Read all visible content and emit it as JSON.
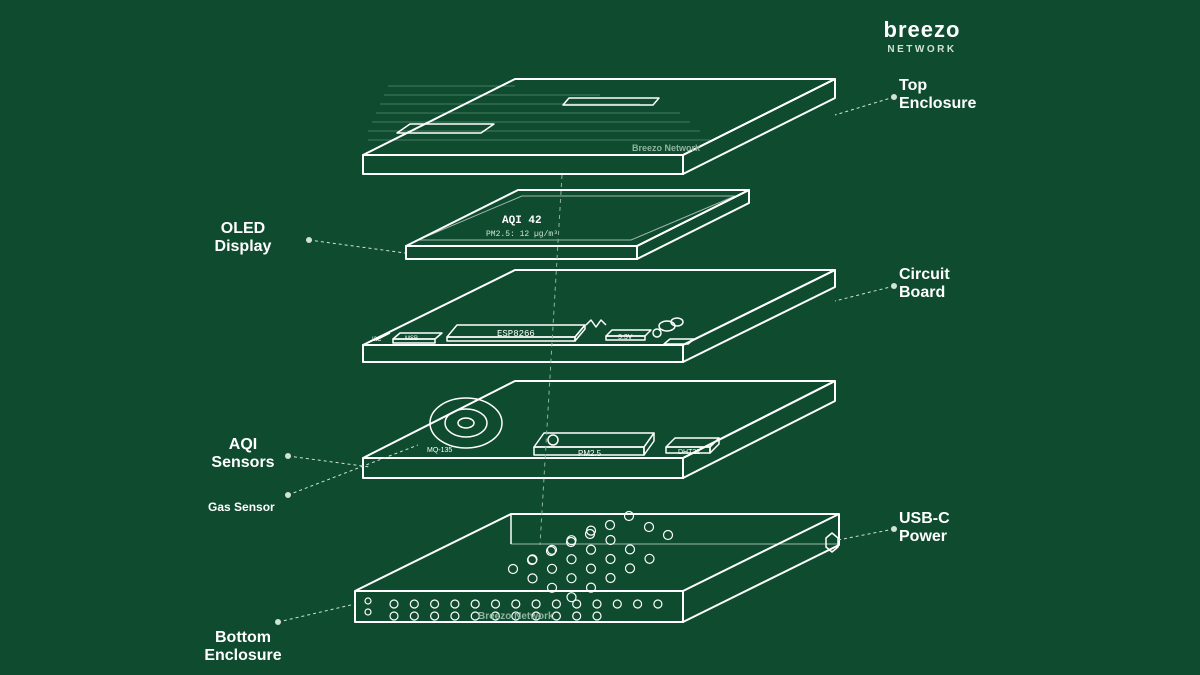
{
  "brand": {
    "name": "breezo",
    "subtitle": "NETWORK"
  },
  "labels": {
    "top_enclosure": [
      "Top",
      "Enclosure"
    ],
    "oled_display": [
      "OLED",
      "Display"
    ],
    "circuit_board": [
      "Circuit",
      "Board"
    ],
    "aqi_sensors": [
      "AQI",
      "Sensors"
    ],
    "gas_sensor": "Gas Sensor",
    "usb_c_power": [
      "USB-C",
      "Power"
    ],
    "bottom_enclosure": [
      "Bottom",
      "Enclosure"
    ]
  },
  "layer_text": {
    "top_enclosure_engraving": "Breezo Network",
    "oled_reading": "AQI 42",
    "oled_pm": "PM2.5: 12 µg/m³",
    "board_chip": "ESP8266",
    "board_regulator": "3.3V",
    "board_left_header": "I2C",
    "board_left_module": "MSB",
    "sensor_gas": "MQ-135",
    "sensor_pm": "PM2.5",
    "sensor_temp": "DHT22",
    "bottom_engraving": "Breezo Network"
  },
  "colors": {
    "background": "#0e4b2f",
    "line": "#ffffff",
    "faint": "#8fb5a0"
  }
}
